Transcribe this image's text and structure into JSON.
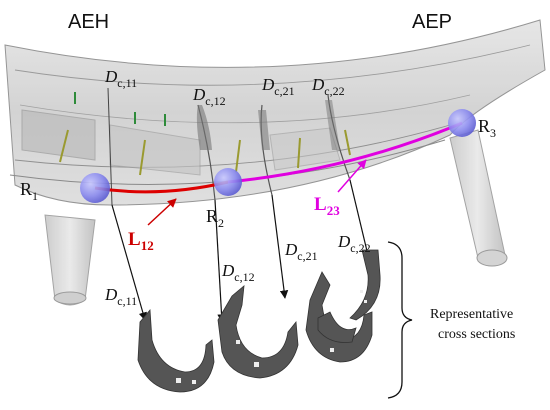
{
  "titles": {
    "left": "AEH",
    "right": "AEP"
  },
  "section_labels": [
    {
      "main": "D",
      "sub": "c,11"
    },
    {
      "main": "D",
      "sub": "c,12"
    },
    {
      "main": "D",
      "sub": "c,21"
    },
    {
      "main": "D",
      "sub": "c,22"
    }
  ],
  "lower_section_labels": [
    {
      "main": "D",
      "sub": "c,11"
    },
    {
      "main": "D",
      "sub": "c,12"
    },
    {
      "main": "D",
      "sub": "c,21"
    },
    {
      "main": "D",
      "sub": "c,22"
    }
  ],
  "ref_points": [
    {
      "main": "R",
      "sub": "1"
    },
    {
      "main": "R",
      "sub": "2"
    },
    {
      "main": "R",
      "sub": "3"
    }
  ],
  "lengths": [
    {
      "main": "L",
      "sub": "12",
      "color": "#cc0000"
    },
    {
      "main": "L",
      "sub": "23",
      "color": "#e000e0"
    }
  ],
  "brace_label": {
    "line1": "Representative",
    "line2": "cross sections"
  },
  "colors": {
    "body_fill": "#d6d6d6",
    "body_stroke": "#8a8a8a",
    "sphere": "#8080ee",
    "path_l12": "#dd0000",
    "path_l23": "#e000e0",
    "section_fill": "#555555",
    "arrow": "#111111"
  }
}
